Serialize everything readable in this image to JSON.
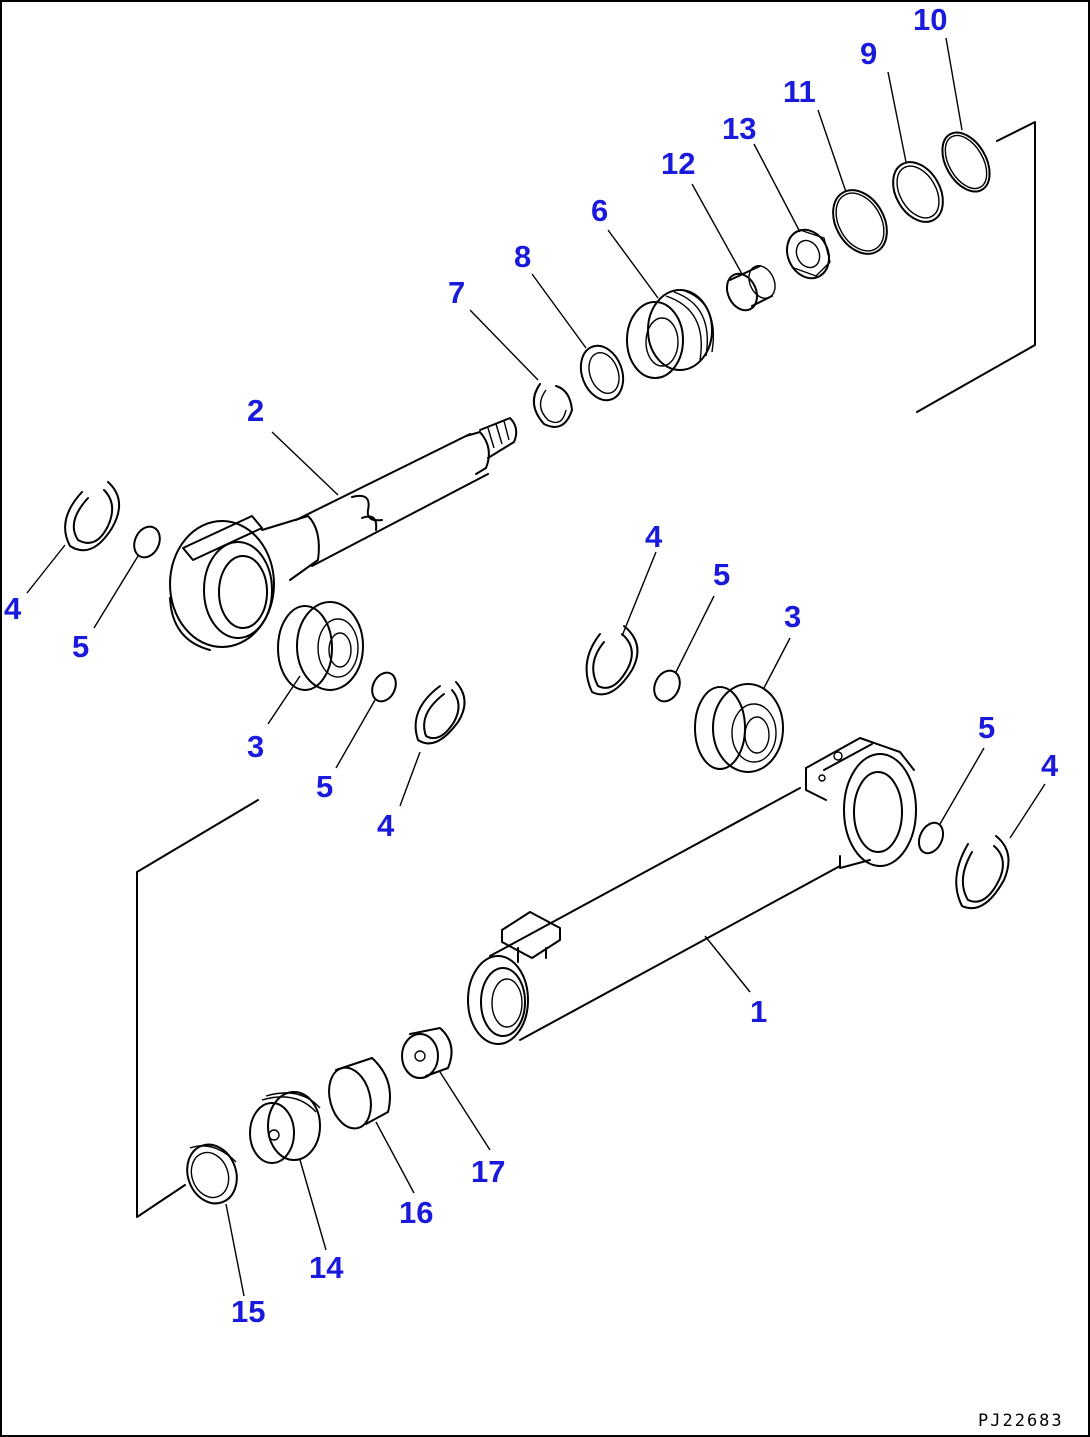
{
  "colors": {
    "callout": "#1a1adc",
    "line": "#000000",
    "background": "#ffffff"
  },
  "callouts": {
    "c1": "1",
    "c2": "2",
    "c3a": "3",
    "c3b": "3",
    "c4a": "4",
    "c4b": "4",
    "c4c": "4",
    "c4d": "4",
    "c5a": "5",
    "c5b": "5",
    "c5c": "5",
    "c5d": "5",
    "c6": "6",
    "c7": "7",
    "c8": "8",
    "c9": "9",
    "c10": "10",
    "c11": "11",
    "c12": "12",
    "c13": "13",
    "c14": "14",
    "c15": "15",
    "c16": "16",
    "c17": "17"
  },
  "drawing_code": "PJ22683"
}
